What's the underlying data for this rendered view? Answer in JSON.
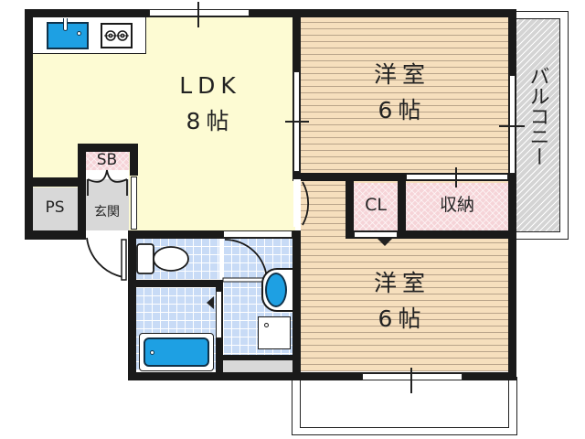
{
  "floorplan": {
    "layout_type": "2LDK",
    "rooms": {
      "ldk": {
        "name": "LDK",
        "size": "8帖",
        "color": "#fdfbd3"
      },
      "western_room_1": {
        "name": "洋室",
        "size": "6帖",
        "color": "#f6dfbd"
      },
      "western_room_2": {
        "name": "洋室",
        "size": "6帖",
        "color": "#f6dfbd"
      },
      "closet": {
        "name": "CL",
        "color": "#f6d4d8"
      },
      "storage": {
        "name": "収納",
        "color": "#f6d4d8"
      },
      "shoe_box": {
        "name": "SB",
        "color": "#f6d4d8"
      },
      "entrance": {
        "name": "玄関",
        "color": "#d8d8d8"
      },
      "pipe_space": {
        "name": "PS",
        "color": "#d8d8d8"
      },
      "balcony": {
        "name": "バルコニー",
        "color": "#d4d4d4"
      },
      "bathroom": {
        "color": "#c8dbf6"
      }
    },
    "fixtures": [
      "kitchen-sink",
      "gas-stove",
      "toilet",
      "washbasin",
      "washing-machine-pan",
      "bathtub"
    ],
    "colors": {
      "wall": "#1a1a1a",
      "fixture_blue": "#1ea0e3"
    }
  }
}
